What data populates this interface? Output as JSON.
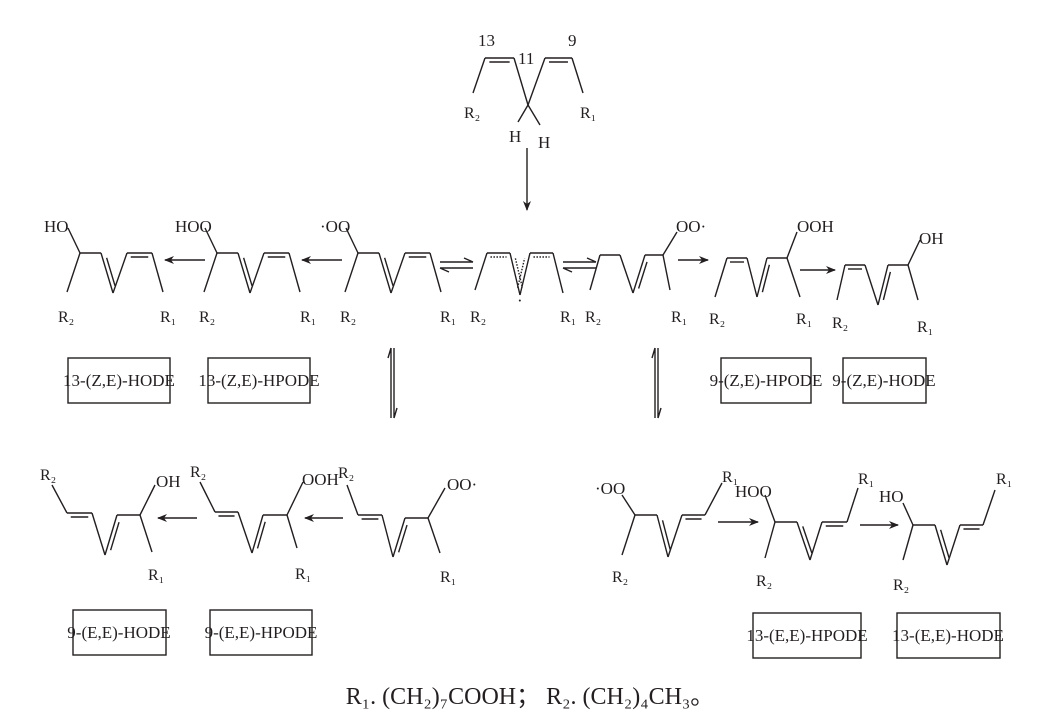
{
  "colors": {
    "ink": "#231f20",
    "background": "#ffffff"
  },
  "start": {
    "pos13": "13",
    "pos11": "11",
    "pos9": "9",
    "r2": "R₂",
    "r1": "R₁",
    "h_left": "H",
    "h_right": "H"
  },
  "row1": {
    "hode13ze": {
      "group": "HO",
      "r2": "R₂",
      "r1": "R₁"
    },
    "hpode13ze": {
      "group": "HOO",
      "r2": "R₂",
      "r1": "R₁"
    },
    "peroxyl13ze": {
      "group": "·OO",
      "r2": "R₂",
      "r1": "R₁"
    },
    "radical": {
      "r2": "R₂",
      "r1": "R₁",
      "dot": "·"
    },
    "peroxyl9ze": {
      "group": "OO·",
      "r2": "R₂",
      "r1": "R₁"
    },
    "hpode9ze": {
      "group": "OOH",
      "r2": "R₂",
      "r1": "R₁"
    },
    "hode9ze": {
      "group": "OH",
      "r2": "R₂",
      "r1": "R₁"
    }
  },
  "row2": {
    "hode9ee": {
      "group": "OH",
      "r2": "R₂",
      "r1": "R₁"
    },
    "hpode9ee": {
      "group": "OOH",
      "r2": "R₂",
      "r1": "R₁"
    },
    "peroxyl9ee": {
      "group": "OO·",
      "r2": "R₂",
      "r1": "R₁"
    },
    "peroxyl13ee": {
      "group": "·OO",
      "r2": "R₂",
      "r1": "R₁"
    },
    "hpode13ee": {
      "group": "HOO",
      "r2": "R₂",
      "r1": "R₁"
    },
    "hode13ee": {
      "group": "HO",
      "r2": "R₂",
      "r1": "R₁"
    }
  },
  "boxes": {
    "hode13ze": "13-(Z,E)-HODE",
    "hpode13ze": "13-(Z,E)-HPODE",
    "hpode9ze": "9-(Z,E)-HPODE",
    "hode9ze": "9-(Z,E)-HODE",
    "hode9ee": "9-(E,E)-HODE",
    "hpode9ee": "9-(E,E)-HPODE",
    "hpode13ee": "13-(E,E)-HPODE",
    "hode13ee": "13-(E,E)-HODE"
  },
  "footer": "R₁. (CH₂)₇COOH； R₂. (CH₂)₄CH₃。"
}
